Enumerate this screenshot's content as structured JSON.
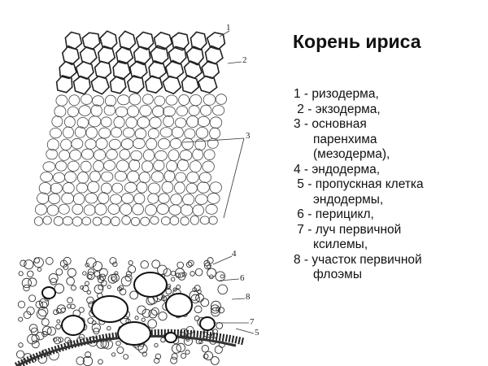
{
  "title": "Корень ириса",
  "diagram_labels": [
    "1",
    "2",
    "3",
    "4",
    "5",
    "6",
    "7",
    "8"
  ],
  "legend": [
    {
      "lines": [
        "1 - ризодерма,"
      ]
    },
    {
      "lines": [
        " 2 - экзодерма,"
      ]
    },
    {
      "lines": [
        "3 - основная",
        "паренхима",
        "(мезодерма),"
      ]
    },
    {
      "lines": [
        "4 - эндодерма,"
      ]
    },
    {
      "lines": [
        " 5 - пропускная клетка",
        "эндодермы,"
      ]
    },
    {
      "lines": [
        " 6 - перицикл,"
      ]
    },
    {
      "lines": [
        " 7 - луч первичной",
        "ксилемы,"
      ]
    },
    {
      "lines": [
        "8 - участок первичной",
        "флоэмы"
      ]
    }
  ]
}
